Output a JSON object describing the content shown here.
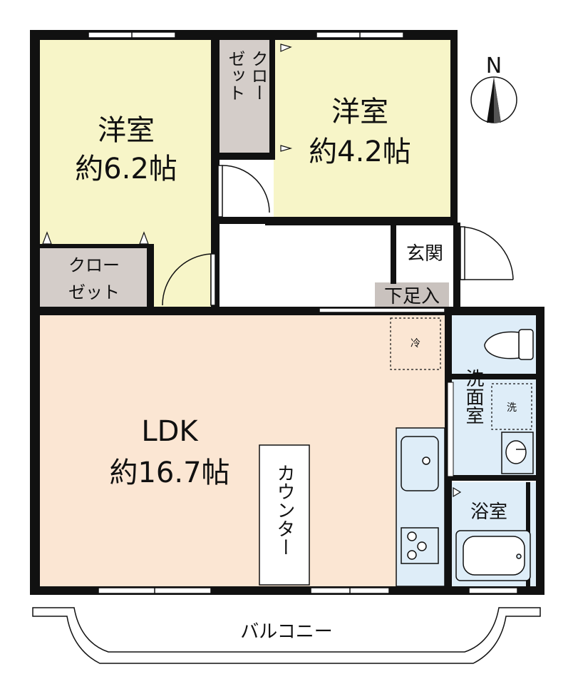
{
  "rooms": {
    "western1": {
      "name": "洋室",
      "size": "約6.2帖"
    },
    "western2": {
      "name": "洋室",
      "size": "約4.2帖"
    },
    "ldk": {
      "name": "LDK",
      "size": "約16.7帖"
    },
    "closet_left": {
      "line1": "クロー",
      "line2": "ゼット"
    },
    "closet_top": {
      "line1": "クロー",
      "line2": "ゼット"
    },
    "entrance": "玄関",
    "shoe_area": "下足入",
    "washroom": "洗面室",
    "bathroom": "浴室",
    "balcony": "バルコニー",
    "counter": "カウンター"
  },
  "fixtures": {
    "fridge": "冷",
    "washer": "洗"
  },
  "compass": {
    "label": "N"
  },
  "colors": {
    "western": "#f7f5c8",
    "ldk": "#fbe6d3",
    "closet": "#d4cdc9",
    "wet": "#deedf8",
    "wall": "#111111",
    "shoe": "#c9c2be"
  }
}
